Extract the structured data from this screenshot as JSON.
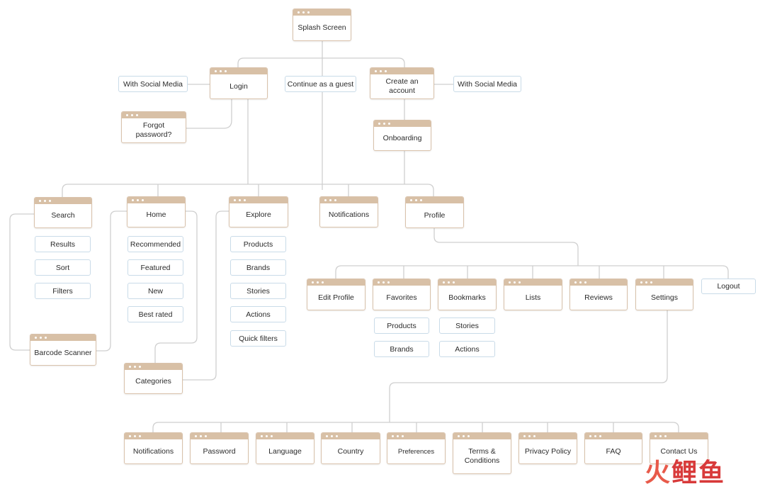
{
  "colors": {
    "screen_header": "#d8c0a6",
    "screen_border": "#d9c2ab",
    "tag_border": "#c9dbe8",
    "connector": "#cfcfcf"
  },
  "screens": {
    "splash": "Splash Screen",
    "login": "Login",
    "create_account": "Create an account",
    "forgot_password": "Forgot password?",
    "onboarding": "Onboarding",
    "search": "Search",
    "home": "Home",
    "explore": "Explore",
    "notifications": "Notifications",
    "profile": "Profile",
    "barcode_scanner": "Barcode Scanner",
    "categories": "Categories",
    "edit_profile": "Edit Profile",
    "favorites": "Favorites",
    "bookmarks": "Bookmarks",
    "lists": "Lists",
    "reviews": "Reviews",
    "settings": "Settings"
  },
  "tags": {
    "social_left": "With Social Media",
    "guest": "Continue as a guest",
    "social_right": "With Social Media",
    "logout": "Logout"
  },
  "search_items": [
    "Results",
    "Sort",
    "Filters"
  ],
  "home_items": [
    "Recommended",
    "Featured",
    "New",
    "Best rated"
  ],
  "explore_items": [
    "Products",
    "Brands",
    "Stories",
    "Actions",
    "Quick filters"
  ],
  "favorites_items": [
    "Products",
    "Brands"
  ],
  "bookmarks_items": [
    "Stories",
    "Actions"
  ],
  "settings_items": [
    "Notifications",
    "Password",
    "Language",
    "Country",
    "Preferences",
    "Terms & Conditions",
    "Privacy Policy",
    "FAQ",
    "Contact Us"
  ],
  "watermark": {
    "part1": "火",
    "part2": "鲤鱼"
  }
}
